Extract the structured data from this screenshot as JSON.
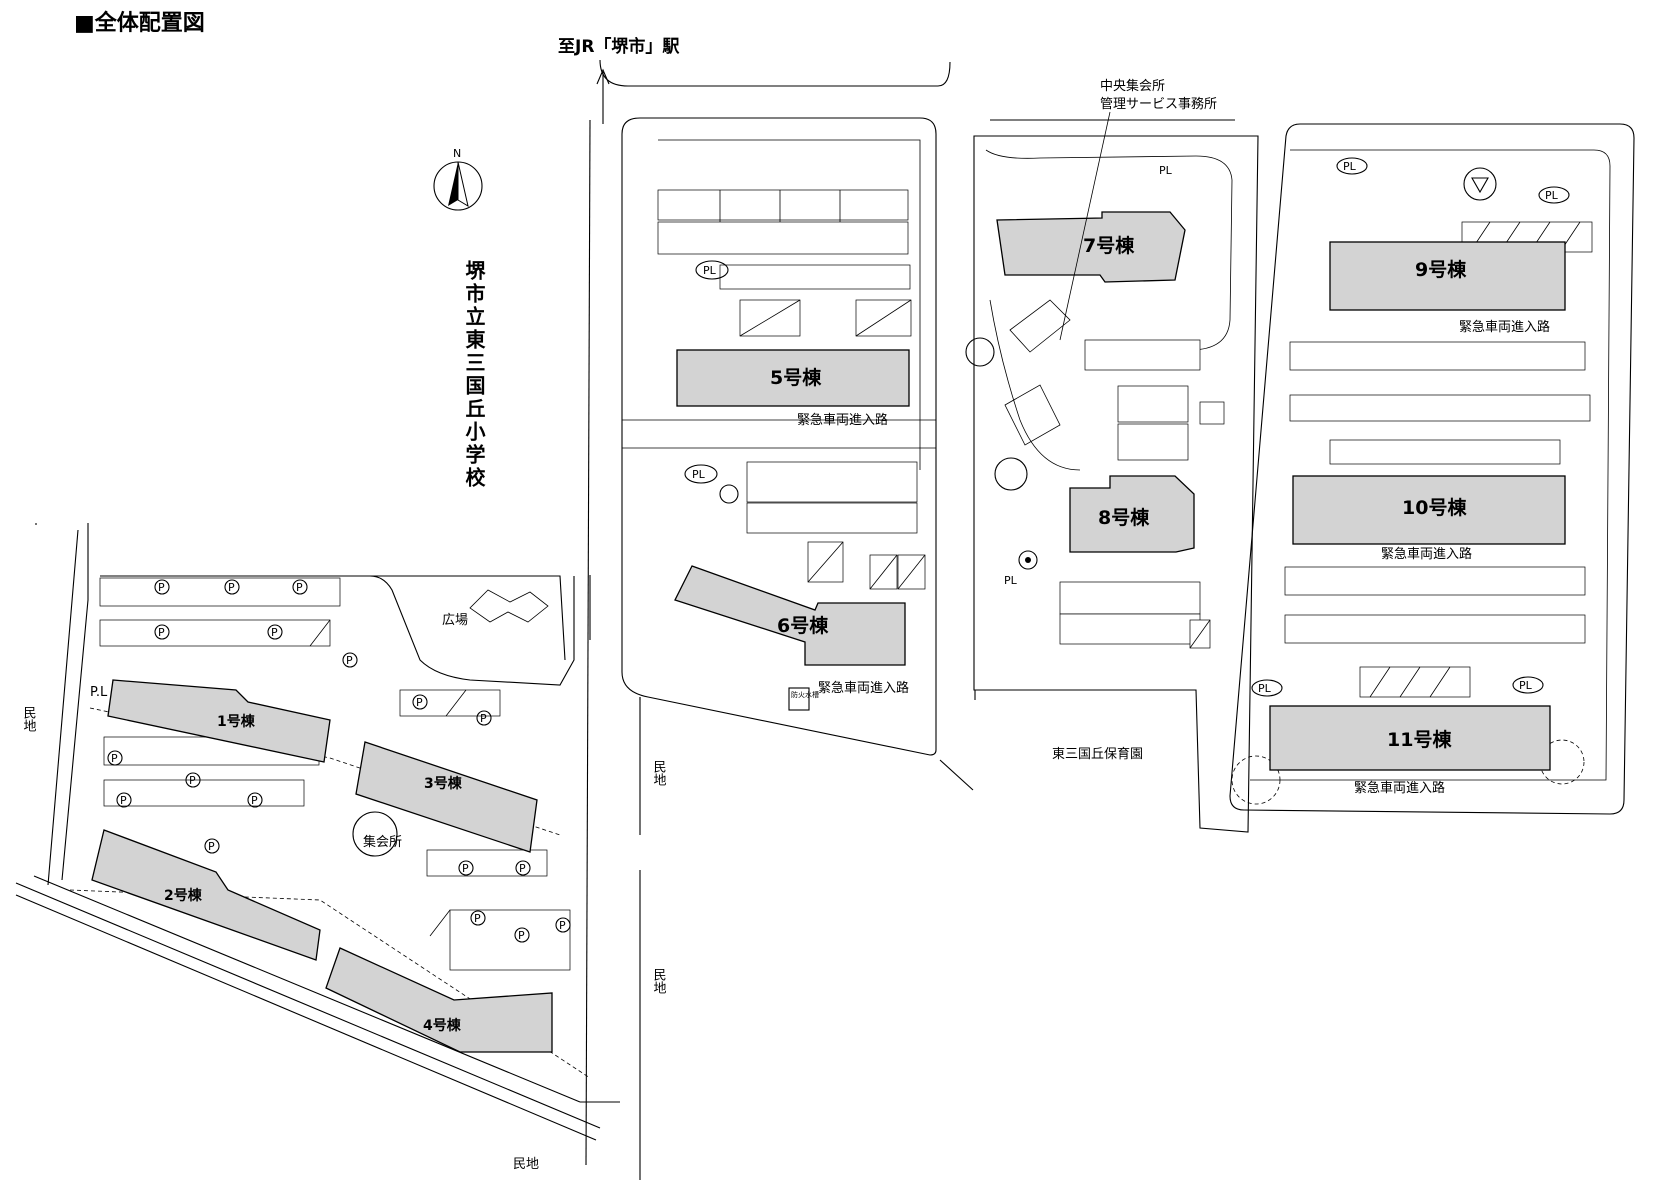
{
  "title": "■全体配置図",
  "direction": "至JR「堺市」駅",
  "north": "N",
  "school": "堺市立東三国丘小学校",
  "buildings": {
    "b1": "1号棟",
    "b2": "2号棟",
    "b3": "3号棟",
    "b4": "4号棟",
    "b5": "5号棟",
    "b6": "6号棟",
    "b7": "7号棟",
    "b8": "8号棟",
    "b9": "9号棟",
    "b10": "10号棟",
    "b11": "11号棟"
  },
  "labels": {
    "hiroba": "広場",
    "shukaisho": "集会所",
    "central_1": "中央集会所",
    "central_2": "管理サービス事務所",
    "nursery": "東三国丘保育園",
    "minchi": "民地",
    "pl": "PL",
    "pl_dot": "P.L",
    "parking": "P",
    "emergency": "緊急車両進入路",
    "bousui": "防火水槽"
  }
}
